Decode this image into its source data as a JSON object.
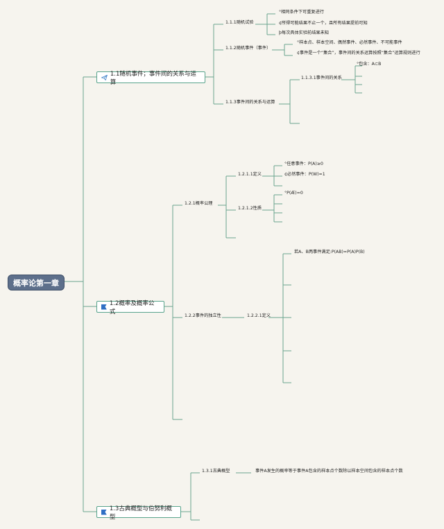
{
  "colors": {
    "line": "#6aa58f",
    "background": "#f6f4ee",
    "root": "#5d6f8b",
    "flag": "#2f6fc4"
  },
  "root": {
    "label": "概率论第一章"
  },
  "b1": {
    "label": "1.1随机事件；事件间的关系与运算",
    "icon": "paper-plane-icon",
    "n111": {
      "label": "1.1.1随机试验",
      "leaves": [
        "°相同条件下可重复进行",
        "¢所得可能结果不止一个，且所有结果提前可知",
        "þ每次具体实验前结果未知"
      ]
    },
    "n112": {
      "label": "1.1.2随机事件（事件）",
      "leaves": [
        "°样本点、样本空间、偶然事件、必然事件、不可能事件",
        "¢事件是一个“集合”，事件间的关系运算按照“集合”运算规则进行"
      ]
    },
    "n113": {
      "label": "1.1.3事件间的关系与运算",
      "n1131": {
        "label": "1.1.3.1事件间的关系",
        "leaves": [
          "°包含：A⊂B"
        ]
      }
    }
  },
  "b2": {
    "label": "1.2概率及概率公式",
    "icon": "flag-icon",
    "n121": {
      "label": "1.2.1概率公理",
      "n1211": {
        "label": "1.2.1.1定义",
        "leaves": [
          "°任意事件：P(A)≥0",
          "¢必然事件：P(W)=1"
        ]
      },
      "n1212": {
        "label": "1.2.1.2性质",
        "leaves": [
          "°P(Æ)=0"
        ]
      }
    },
    "n122": {
      "label": "1.2.2事件的独立性",
      "n1221": {
        "label": "1.2.2.1定义",
        "leaves": [
          "若A、B两事件满足:P(AB)=P(A)P(B)"
        ]
      }
    }
  },
  "b3": {
    "label": "1.3古典概型与伯努利概型",
    "icon": "flag-icon",
    "n131": {
      "label": "1.3.1古典概型",
      "leaves": [
        "事件A发生的概率等于事件A包含的样本点个数除以样本空间包含的样本点个数"
      ]
    }
  }
}
